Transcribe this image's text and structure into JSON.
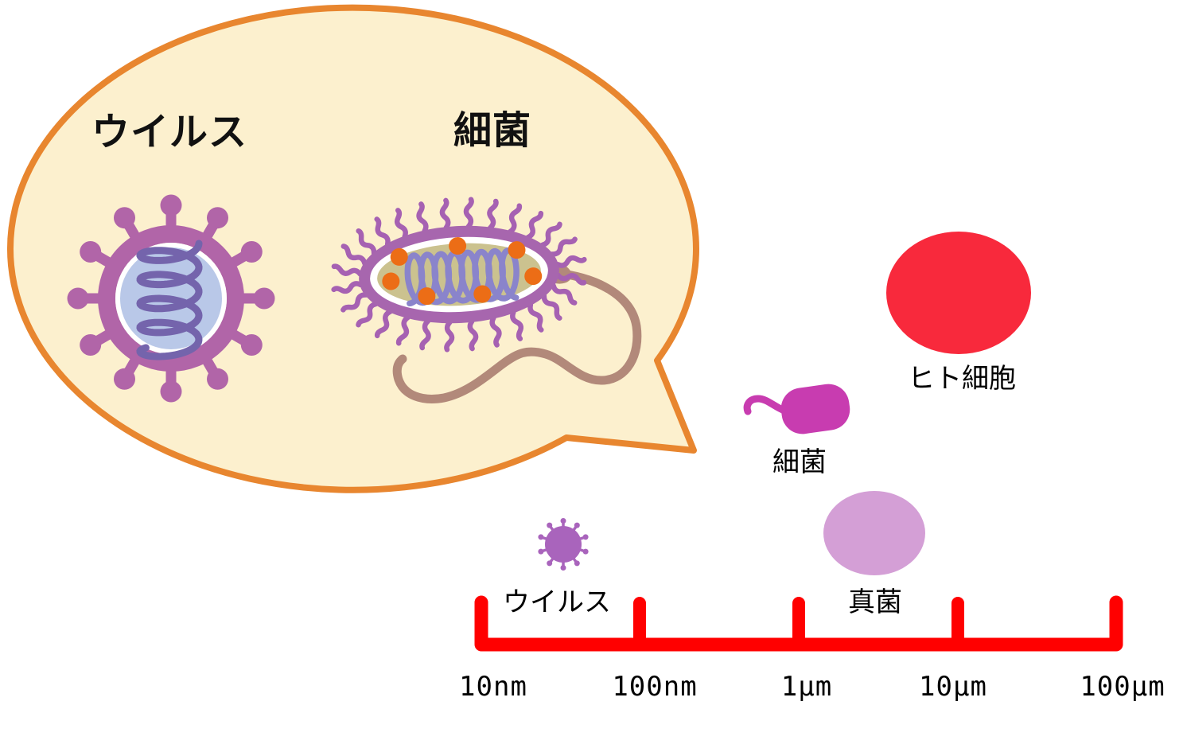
{
  "bubble": {
    "virus_label": "ウイルス",
    "bacteria_label": "細菌"
  },
  "scale": {
    "items": [
      {
        "id": "virus",
        "label": "ウイルス"
      },
      {
        "id": "bacteria",
        "label": "細菌"
      },
      {
        "id": "fungus",
        "label": "真菌"
      },
      {
        "id": "human_cell",
        "label": "ヒト細胞"
      }
    ],
    "ticks": [
      "10nm",
      "100nm",
      "1μm",
      "10μm",
      "100μm"
    ]
  },
  "icons": {
    "virus-icon": "purple spiked sphere with coiled RNA core",
    "bacterium-icon": "purple capsule with pili, orange granules, coiled DNA and brown flagellum",
    "small-virus-icon": "purple spiked circle",
    "scale-bacterium-icon": "magenta capsule with short flagellum",
    "fungus-icon": "light purple ellipse",
    "human-cell-icon": "red ellipse"
  },
  "colors": {
    "bubble_fill": "#FCF0CE",
    "bubble_border": "#E8862F",
    "virus_purple": "#B165A8",
    "virus_core_blue": "#B9C8E8",
    "virus_coil_purple": "#7464AC",
    "bacteria_outline_purple": "#A766AE",
    "bacteria_cytoplasm_khaki": "#CBC28F",
    "bacteria_granule_orange": "#EC6D16",
    "bacteria_coil_blue": "#8A84CB",
    "flagellum_brown": "#B2897A",
    "pili_purple": "#A661B2",
    "small_virus_purple": "#A964BC",
    "scale_bacterium_magenta": "#C83CB0",
    "fungus_pink": "#D49FD6",
    "human_cell_red": "#F8293C",
    "scale_bar_red": "#FF0000",
    "text_black": "#000000"
  }
}
